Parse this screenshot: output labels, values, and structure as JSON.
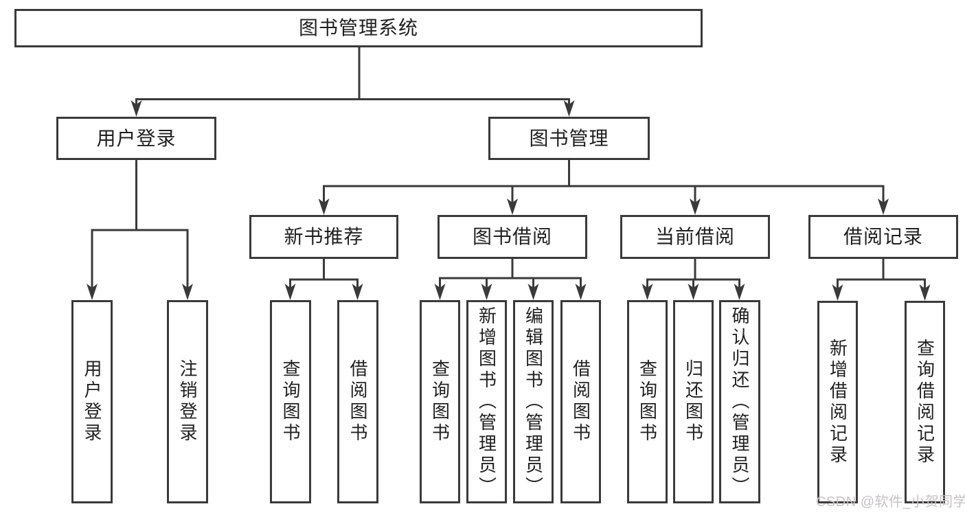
{
  "diagram": {
    "root": {
      "label": "图书管理系统"
    },
    "branches": [
      {
        "label": "用户登录",
        "children": [
          {
            "label": "用户登录"
          },
          {
            "label": "注销登录"
          }
        ]
      },
      {
        "label": "图书管理",
        "sections": [
          {
            "label": "新书推荐",
            "children": [
              {
                "label": "查询图书"
              },
              {
                "label": "借阅图书"
              }
            ]
          },
          {
            "label": "图书借阅",
            "children": [
              {
                "label": "查询图书"
              },
              {
                "label": "新增图书（管理员）"
              },
              {
                "label": "编辑图书（管理员）"
              },
              {
                "label": "借阅图书"
              }
            ]
          },
          {
            "label": "当前借阅",
            "children": [
              {
                "label": "查询图书"
              },
              {
                "label": "归还图书"
              },
              {
                "label": "确认归还（管理员）"
              }
            ]
          },
          {
            "label": "借阅记录",
            "children": [
              {
                "label": "新增借阅记录"
              },
              {
                "label": "查询借阅记录"
              }
            ]
          }
        ]
      }
    ],
    "watermark": "CSDN @软件_小贺同学",
    "colors": {
      "line": "#3a3a3a",
      "text": "#1f1f1f",
      "background": "#ffffff",
      "watermark": "#c6c2c5"
    }
  }
}
